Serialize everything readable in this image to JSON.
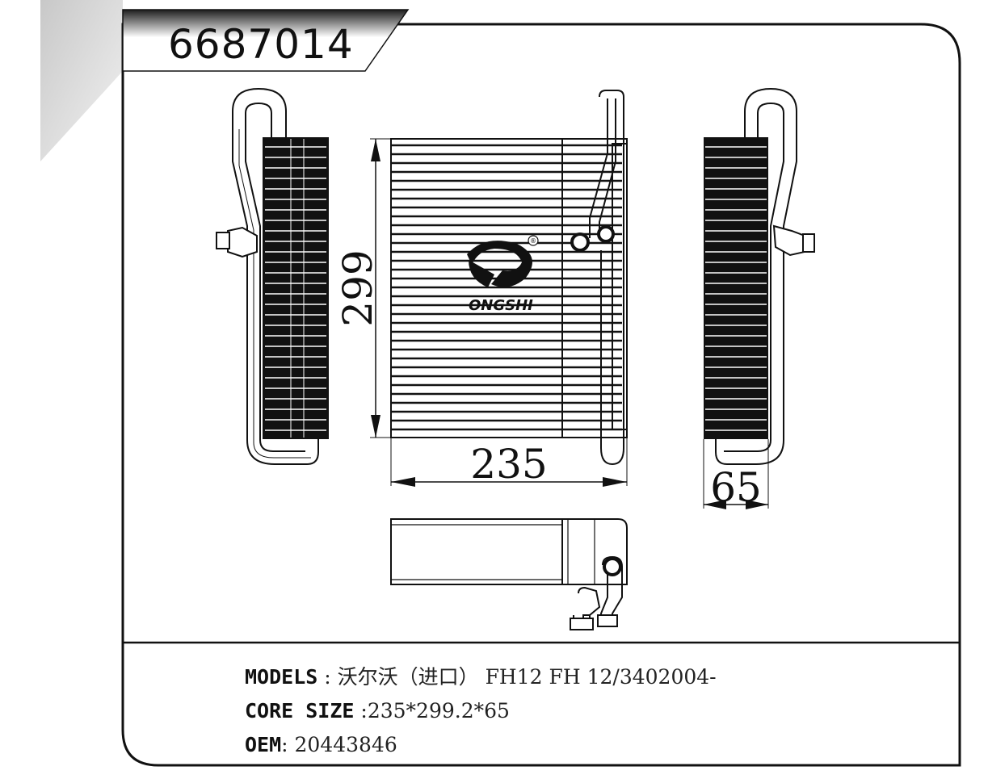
{
  "part_number": "6687014",
  "dimensions": {
    "height": "299",
    "width": "235",
    "depth": "65"
  },
  "specs": [
    {
      "key": "MODELS",
      "sep": " : ",
      "value": "沃尔沃（进口） FH12 FH 12/3402004-"
    },
    {
      "key": "CORE SIZE",
      "sep": " :",
      "value": "235*299.2*65"
    },
    {
      "key": "OEM",
      "sep": ": ",
      "value": "20443846"
    }
  ],
  "watermark": {
    "brand_text": "ONGSHI",
    "mark": "®"
  },
  "colors": {
    "line": "#111111",
    "header_dark": "#2a2a2a",
    "header_light": "#ffffff",
    "corner_grey": "#cfcfcf"
  },
  "icons": [
    "evaporator-side-view",
    "evaporator-front-view",
    "evaporator-top-view",
    "brand-logo-icon"
  ]
}
